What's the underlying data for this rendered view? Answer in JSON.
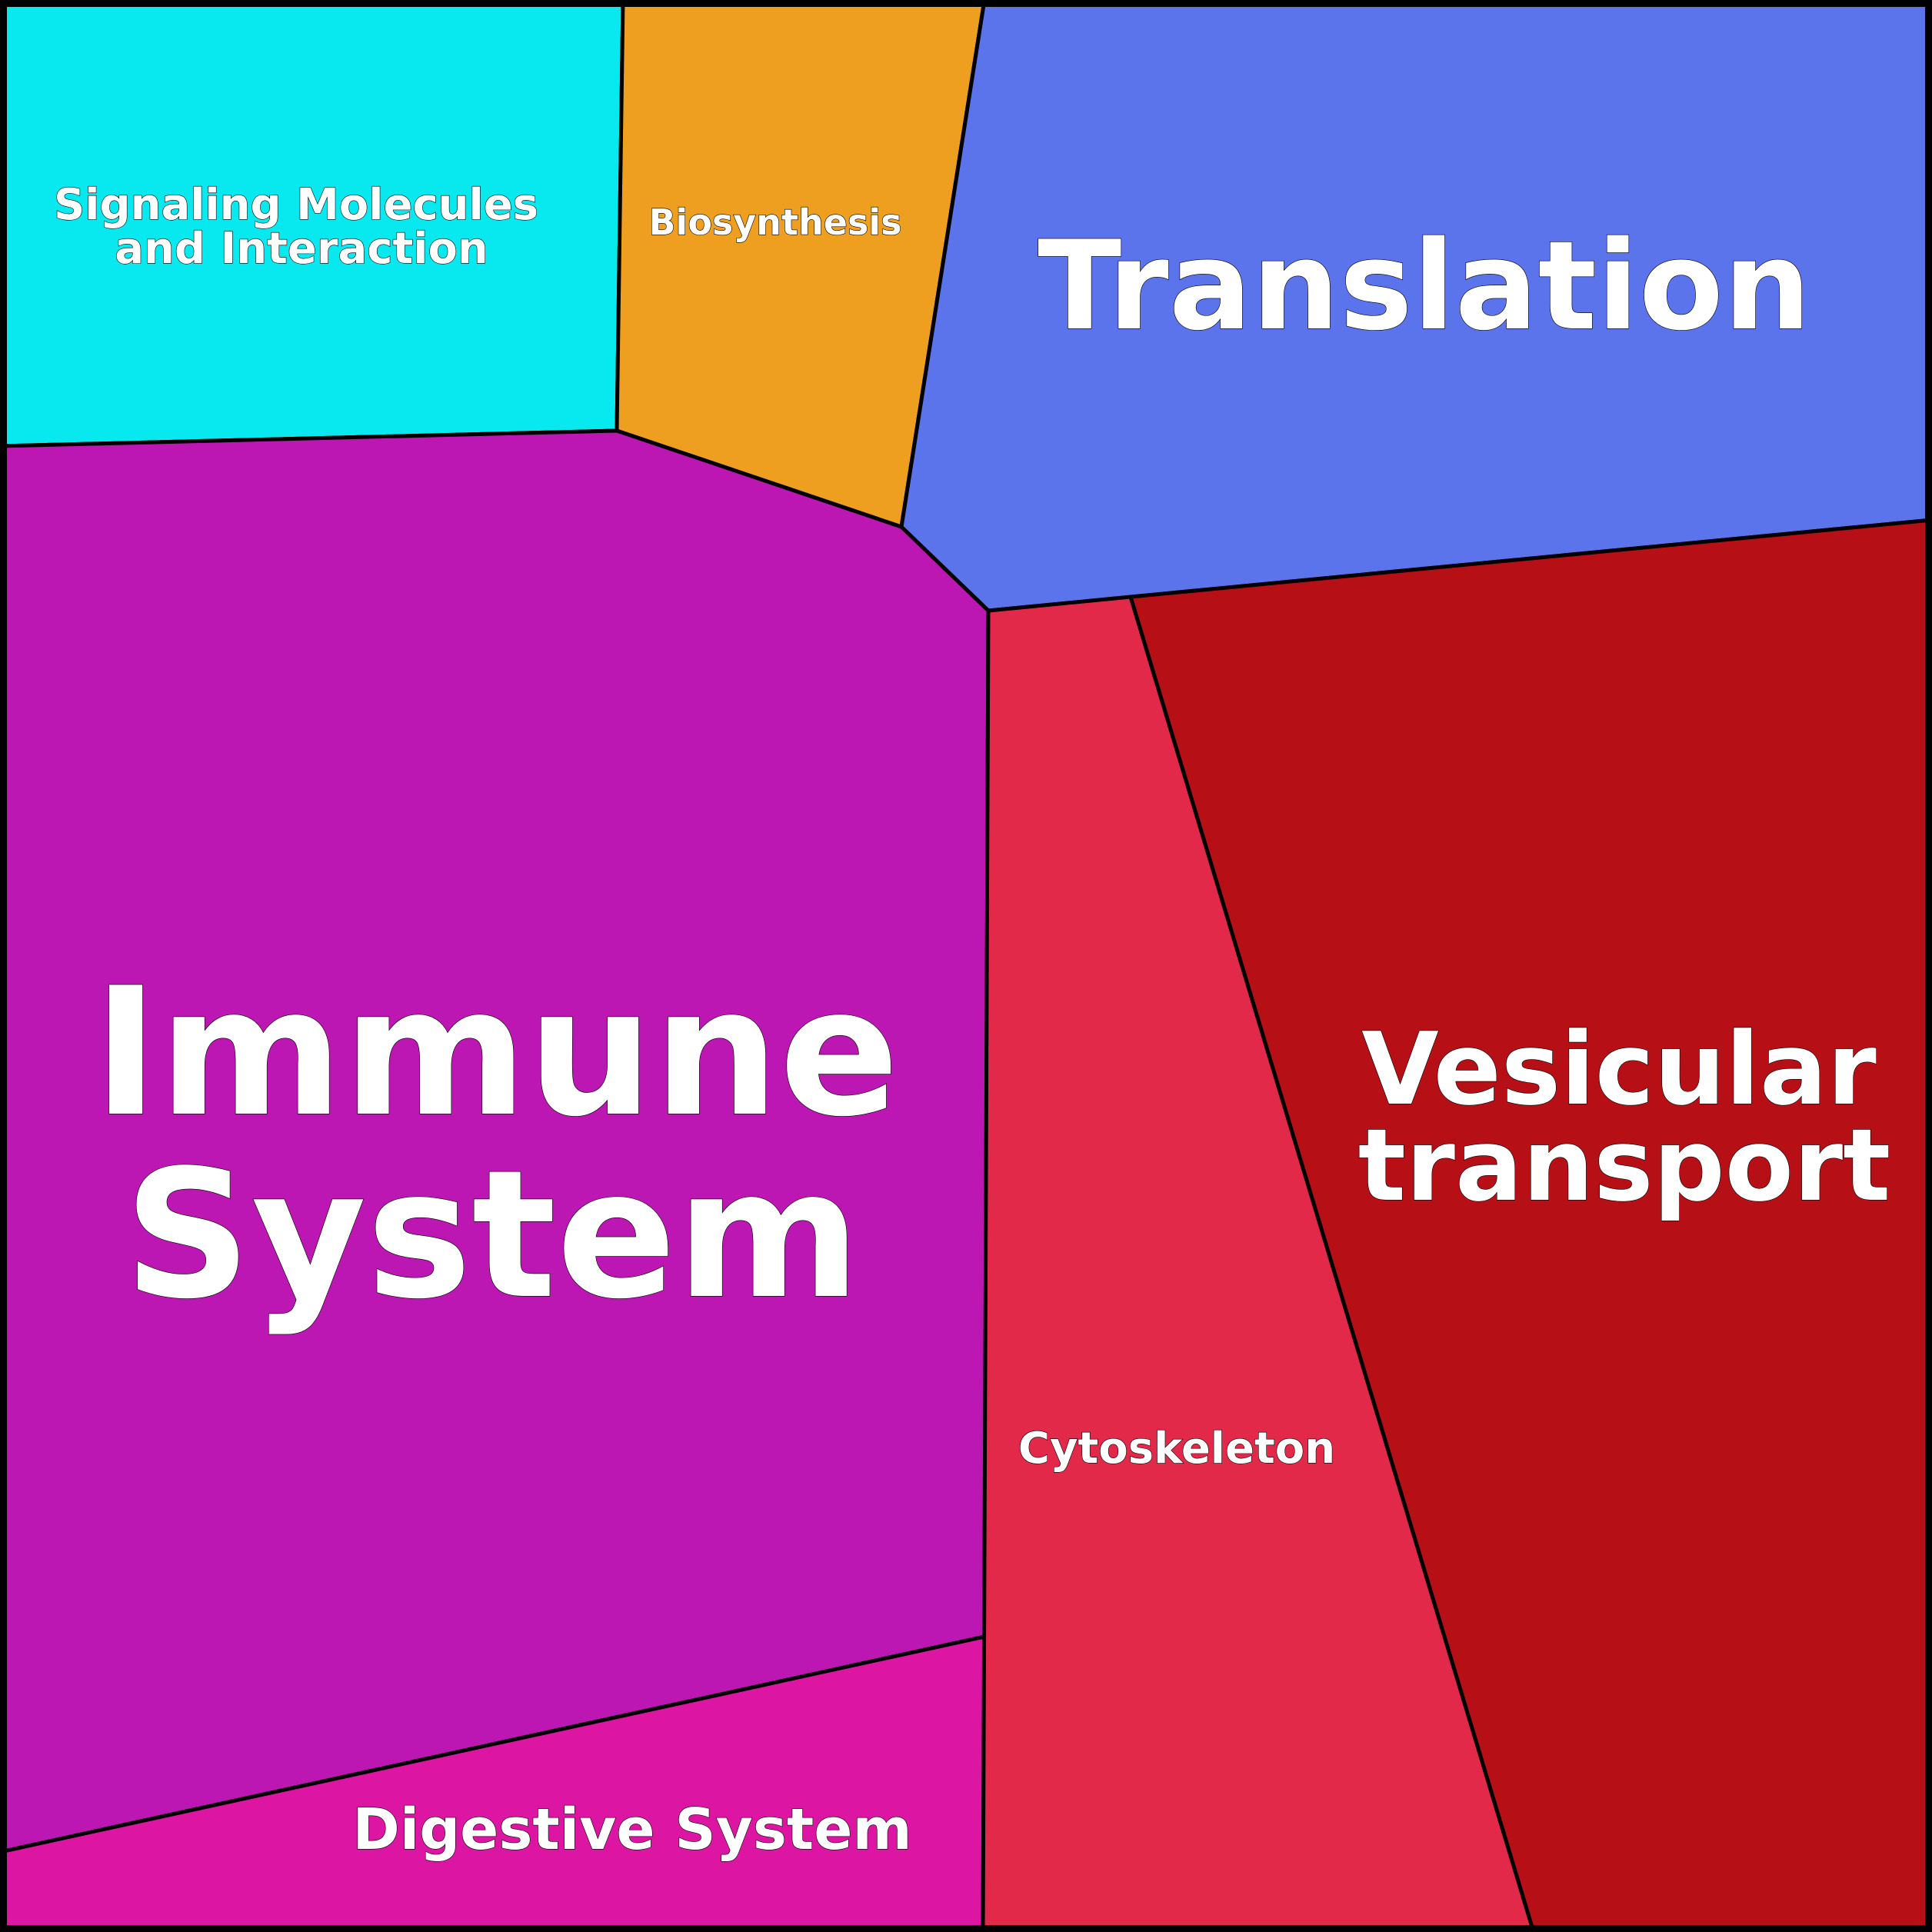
{
  "cells": [
    {
      "id": "signaling",
      "lines": [
        "Signaling Molecules",
        "and Interaction"
      ],
      "color": "#07E8EF"
    },
    {
      "id": "biosynthesis",
      "lines": [
        "Biosynthesis"
      ],
      "color": "#EE9F1F"
    },
    {
      "id": "translation",
      "lines": [
        "Translation"
      ],
      "color": "#5B73EB"
    },
    {
      "id": "immune",
      "lines": [
        "Immune",
        "System"
      ],
      "color": "#BC17B3"
    },
    {
      "id": "digestive",
      "lines": [
        "Digestive System"
      ],
      "color": "#DC15A3"
    },
    {
      "id": "cytoskeleton",
      "lines": [
        "Cytoskeleton"
      ],
      "color": "#E3294A"
    },
    {
      "id": "vesicular",
      "lines": [
        "Vesicular",
        "transport"
      ],
      "color": "#B60F16"
    }
  ]
}
